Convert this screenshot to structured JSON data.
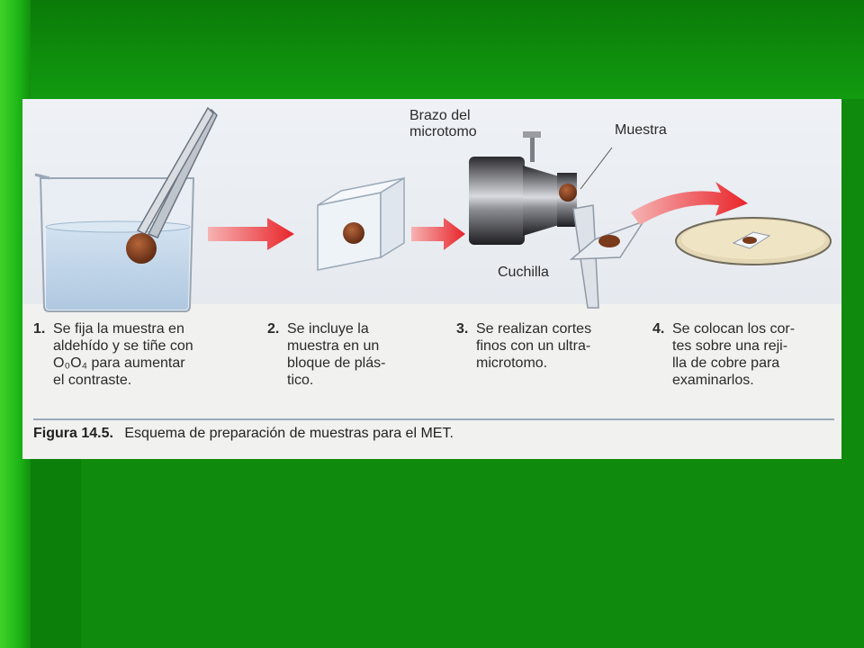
{
  "figure": {
    "labels": {
      "microtome_arm_line1": "Brazo del",
      "microtome_arm_line2": "microtomo",
      "sample": "Muestra",
      "knife": "Cuchilla"
    },
    "steps": [
      {
        "number": "1.",
        "lines": [
          "Se fija la muestra en",
          "aldehído y se tiñe con",
          "O₀O₄ para aumentar",
          "el contraste."
        ]
      },
      {
        "number": "2.",
        "lines": [
          "Se incluye la",
          "muestra en un",
          "bloque de plás-",
          "tico."
        ]
      },
      {
        "number": "3.",
        "lines": [
          "Se realizan cortes",
          "finos con un ultra-",
          "microtomo."
        ]
      },
      {
        "number": "4.",
        "lines": [
          "Se colocan los cor-",
          "tes sobre una reji-",
          "lla de cobre para",
          "examinarlos."
        ]
      }
    ],
    "caption_label": "Figura 14.5.",
    "caption_text": "Esquema de preparación de muestras para el MET.",
    "colors": {
      "arrow": "#e8242a",
      "sample": "#7a3a1c",
      "slide_green": "#0f8a0c"
    }
  }
}
